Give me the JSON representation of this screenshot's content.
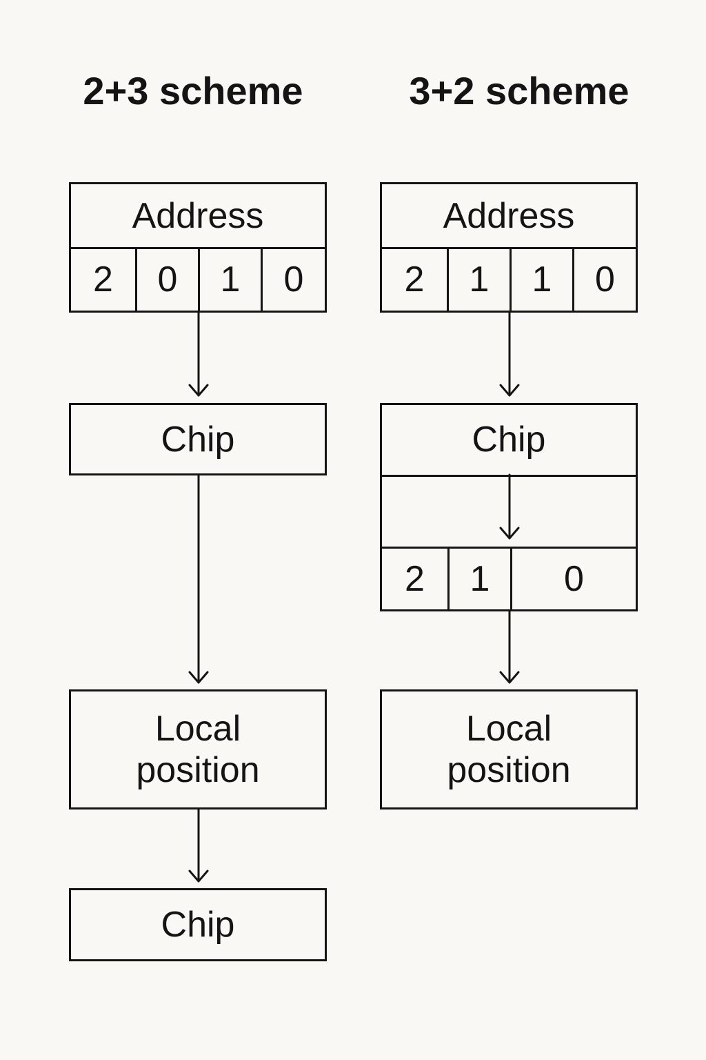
{
  "left": {
    "title": "2+3 scheme",
    "address_label": "Address",
    "address_digits": [
      "2",
      "0",
      "1",
      "0"
    ],
    "chip_label": "Chip",
    "local_label_line1": "Local",
    "local_label_line2": "position",
    "chip2_label": "Chip"
  },
  "right": {
    "title": "3+2 scheme",
    "address_label": "Address",
    "address_digits": [
      "2",
      "1",
      "1",
      "0"
    ],
    "chip_label": "Chip",
    "split_digits": [
      "2",
      "1",
      "0"
    ],
    "local_label_line1": "Local",
    "local_label_line2": "position"
  },
  "colors": {
    "background": "#faf8f4",
    "ink": "#141414"
  }
}
